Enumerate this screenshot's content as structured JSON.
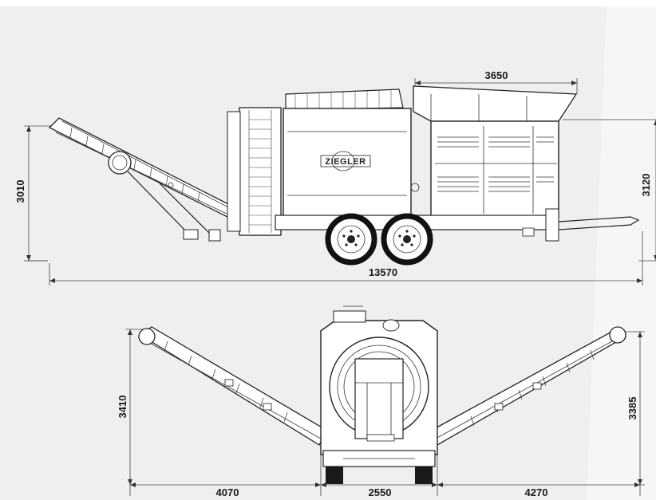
{
  "brand": {
    "logo_text": "ZIEGLER"
  },
  "colors": {
    "background": "#ffffff",
    "panel": "#efefef",
    "line": "#222222"
  },
  "side_view": {
    "dimensions": {
      "hopper_length": "3650",
      "height_left": "3010",
      "height_right": "3120",
      "overall_length": "13570"
    }
  },
  "rear_view": {
    "dimensions": {
      "height_left": "3410",
      "height_right": "3385",
      "width_left": "4070",
      "width_center": "2550",
      "width_right": "4270"
    }
  }
}
